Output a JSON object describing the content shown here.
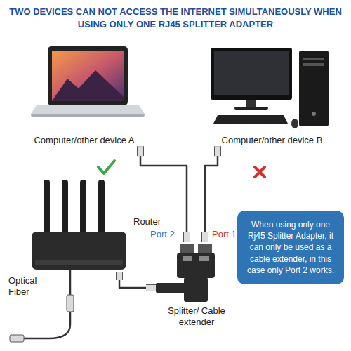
{
  "diagram": {
    "title": "TWO DEVICES CAN NOT ACCESS THE INTERNET SIMULTANEOUSLY WHEN USING ONLY ONE RJ45 SPLITTER ADAPTER",
    "nodes": [
      {
        "text": [
          "Computer/other device A"
        ]
      },
      {
        "text": [
          "Computer/other device B"
        ]
      },
      {
        "text": [
          "Router"
        ]
      },
      {
        "text": [
          "Splitter/ Cable extender"
        ]
      },
      {
        "text": [
          "When using only one Rj45 Splitter Adapter, it can only be used as a cable extender, in this case only Port 2 works."
        ]
      }
    ],
    "edges": [
      {
        "from": 0,
        "to": 3,
        "arrow": "none"
      },
      {
        "from": 1,
        "to": 3,
        "arrow": "none"
      },
      {
        "from": 2,
        "to": 3,
        "arrow": "none"
      }
    ],
    "labels": [
      "Port 2",
      "Port 1",
      "Optical Fiber"
    ]
  }
}
